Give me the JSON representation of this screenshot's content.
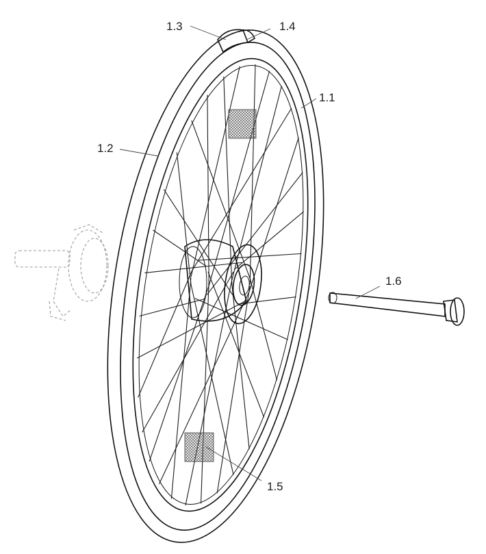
{
  "diagram": {
    "callouts": [
      {
        "id": "1.1",
        "label": "1.1"
      },
      {
        "id": "1.2",
        "label": "1.2"
      },
      {
        "id": "1.3",
        "label": "1.3"
      },
      {
        "id": "1.4",
        "label": "1.4"
      },
      {
        "id": "1.5",
        "label": "1.5"
      },
      {
        "id": "1.6",
        "label": "1.6"
      }
    ]
  }
}
